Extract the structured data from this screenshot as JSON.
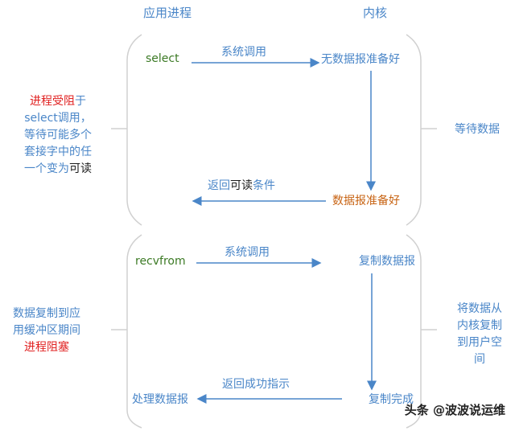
{
  "headers": {
    "process": "应用进程",
    "kernel": "内核"
  },
  "phase1": {
    "call": "select",
    "syscall": "系统调用",
    "no_data": "无数据报准备好",
    "ready": "数据报准备好",
    "return_pre": "返回",
    "return_readable": "可读",
    "return_post": "条件",
    "wait": "等待数据",
    "left_note": {
      "line1_red": "进程受阻",
      "line1_rest": "于",
      "line2": "select调用，",
      "line3": "等待可能多个",
      "line4": "套接字中的任",
      "line5_pre": "一个变为",
      "line5_dark": "可读"
    }
  },
  "phase2": {
    "call": "recvfrom",
    "syscall": "系统调用",
    "copy": "复制数据报",
    "copy_done": "复制完成",
    "return": "返回成功指示",
    "handle": "处理数据报",
    "right_note": [
      "将数据从",
      "内核复制",
      "到用户空",
      "间"
    ],
    "left_note": [
      "数据复制到应",
      "用缓冲区期间"
    ],
    "left_note_red": "进程阻塞"
  },
  "watermark": "头条 @波波说运维",
  "colors": {
    "blue": "#4a86c8",
    "green": "#3c7a25",
    "orange": "#c86414",
    "red": "#e02020",
    "line": "#c8c8c8"
  }
}
